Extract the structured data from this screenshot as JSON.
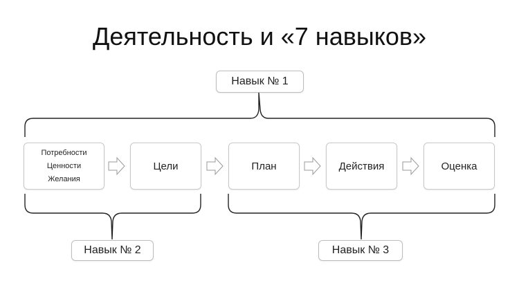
{
  "title": "Деятельность и «7 навыков»",
  "skills": {
    "skill1": "Навык № 1",
    "skill2": "Навык № 2",
    "skill3": "Навык № 3"
  },
  "boxes": {
    "needs": [
      "Потребности",
      "Ценности",
      "Желания"
    ],
    "goals": "Цели",
    "plan": "План",
    "actions": "Действия",
    "evaluation": "Оценка"
  }
}
